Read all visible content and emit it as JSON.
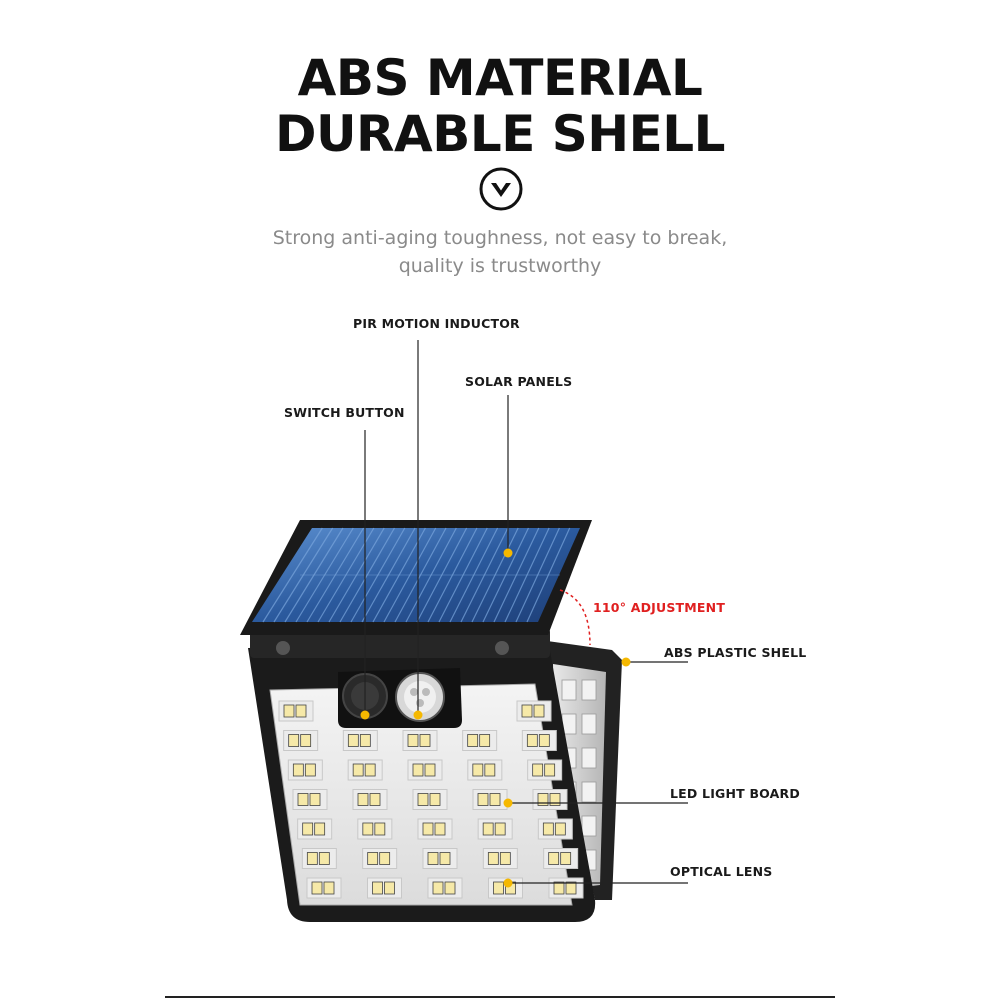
{
  "header": {
    "title_line1": "ABS MATERIAL",
    "title_line2": "DURABLE SHELL",
    "divider_icon": "chevron-down-circle-icon",
    "subtitle_line1": "Strong anti-aging toughness, not easy to break,",
    "subtitle_line2": "quality is trustworthy"
  },
  "callouts": {
    "pir_motion_inductor": "PIR MOTION INDUCTOR",
    "solar_panels": "SOLAR PANELS",
    "switch_button": "SWITCH BUTTON",
    "adjustment": "110° ADJUSTMENT",
    "abs_plastic_shell": "ABS PLASTIC SHELL",
    "led_light_board": "LED LIGHT BOARD",
    "optical_lens": "OPTICAL LENS"
  },
  "colors": {
    "callout_dot": "#f5b800",
    "adjustment_text": "#e02020",
    "solar_cell": "#2c5a9e",
    "shell": "#1b1b1b"
  }
}
